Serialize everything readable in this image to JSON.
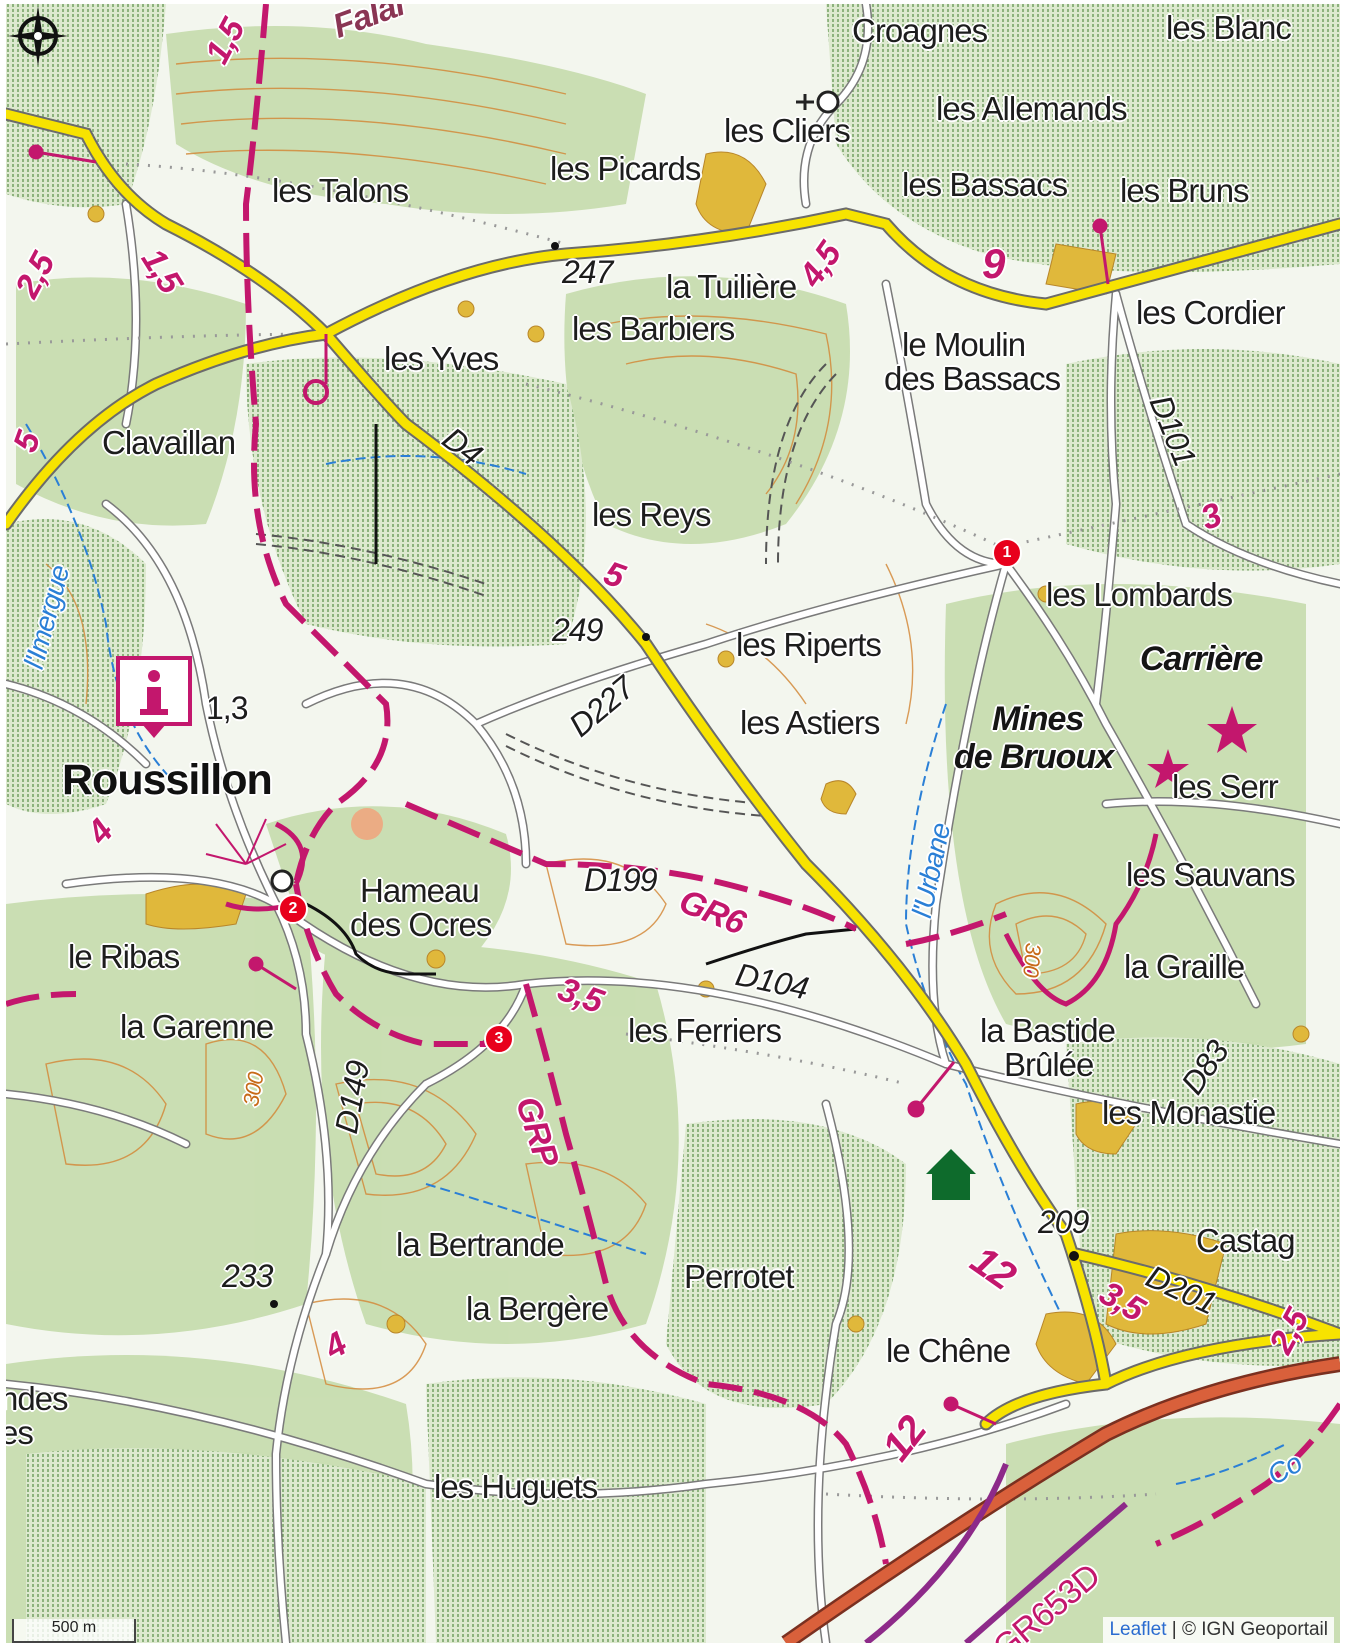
{
  "map": {
    "places": {
      "croagnes": "Croagnes",
      "les_blanc": "les Blanc",
      "les_allemands": "les Allemands",
      "les_cliers": "les Cliers",
      "les_picards": "les Picards",
      "les_talons": "les Talons",
      "les_bassacs": "les Bassacs",
      "les_bruns": "les Bruns",
      "la_tuiliere": "la Tuilière",
      "les_cordier": "les Cordier",
      "les_barbiers": "les Barbiers",
      "les_yves": "les Yves",
      "le_moulin": "le Moulin",
      "des_bassacs": "des Bassacs",
      "clavaillan": "Clavaillan",
      "les_reys": "les Reys",
      "les_lombards": "les Lombards",
      "les_riperts": "les Riperts",
      "les_astiers": "les Astiers",
      "roussillon": "Roussillon",
      "les_serr": "les Serr",
      "hameau": "Hameau",
      "des_ocres": "des Ocres",
      "les_sauvans": "les Sauvans",
      "le_ribas": "le Ribas",
      "la_graille": "la Graille",
      "la_garenne": "la Garenne",
      "les_ferriers": "les Ferriers",
      "la_bastide": "la Bastide",
      "brulee": "Brûlée",
      "les_monastie": "les Monastie",
      "castag": "Castag",
      "la_bertrande": "la Bertrande",
      "perrotet": "Perrotet",
      "la_bergere": "la Bergère",
      "le_chene": "le Chêne",
      "les_huguets": "les Huguets",
      "ndes": "ndes",
      "es": "es",
      "carriere": "Carrière",
      "mines": "Mines",
      "de_bruoux": "de Bruoux"
    },
    "roads": {
      "d4": "D4",
      "d101": "D101",
      "d227": "D227",
      "d199": "D199",
      "d104": "D104",
      "d149": "D149",
      "d83": "D83",
      "d201": "D201"
    },
    "elevations": {
      "e247": "247",
      "e249": "249",
      "e209": "209",
      "e233": "233",
      "c300a": "300",
      "c300b": "300"
    },
    "trails": {
      "gr6": "GR6",
      "grp": "GRP",
      "gr653d": "GR653D",
      "d1_5a": "1,5",
      "d1_5b": "1,5",
      "d2_5a": "2,5",
      "d4_5": "4,5",
      "d9": "9",
      "d5": "5",
      "d3": "3",
      "d1_3": "1,3",
      "d4a": "4",
      "d3_5a": "3,5",
      "d12a": "12",
      "d3_5b": "3,5",
      "d2_5b": "2,5",
      "d12b": "12",
      "d4b": "4",
      "d5_left": "5"
    },
    "rivers": {
      "imergue": "l'Imergue",
      "urbane": "l'Urbane",
      "co": "Co"
    },
    "falaise": "Falai",
    "markers": [
      "1",
      "2",
      "3"
    ]
  },
  "controls": {
    "scale_label": "500 m",
    "attribution_link": "Leaflet",
    "attribution_text": "| © IGN Geoportail"
  },
  "colors": {
    "main_road": "#f7e300",
    "trail": "#c3176d",
    "forest": "#c9dfb3",
    "water": "#2a7fd6",
    "contour": "#d38a3b",
    "motorway": "#d9603b",
    "marker": "#e8001c"
  }
}
